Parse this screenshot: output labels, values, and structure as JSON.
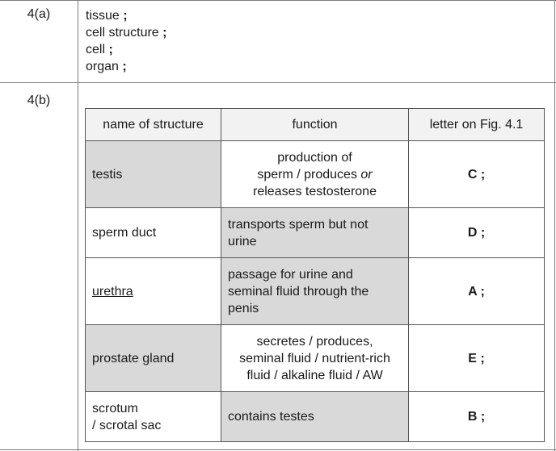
{
  "q4a": {
    "label": "4(a)",
    "answers": [
      {
        "text": "tissue",
        "mark": ";"
      },
      {
        "text": "cell structure",
        "mark": ";"
      },
      {
        "text": "cell",
        "mark": ";"
      },
      {
        "text": "organ",
        "mark": ";"
      }
    ]
  },
  "q4b": {
    "label": "4(b)",
    "headers": {
      "name": "name of structure",
      "function": "function",
      "letter": "letter on Fig. 4.1"
    },
    "rows": [
      {
        "name": "testis",
        "function_parts": [
          "production of",
          "sperm / produces",
          "or",
          "releases testosterone"
        ],
        "letter": "C ;"
      },
      {
        "name": "sperm duct",
        "function_parts": [
          "transports sperm but not",
          "urine"
        ],
        "letter": "D ;"
      },
      {
        "name": "urethra",
        "function_parts": [
          "passage for urine and",
          "seminal fluid through the",
          "penis"
        ],
        "letter": "A ;"
      },
      {
        "name": "prostate gland",
        "function_parts": [
          "secretes / produces,",
          "seminal fluid / nutrient-rich",
          "fluid / alkaline fluid / AW"
        ],
        "letter": "E ;"
      },
      {
        "name_parts": [
          "scrotum",
          "/ scrotal sac"
        ],
        "function_parts": [
          "contains testes"
        ],
        "letter": "B ;"
      }
    ]
  }
}
